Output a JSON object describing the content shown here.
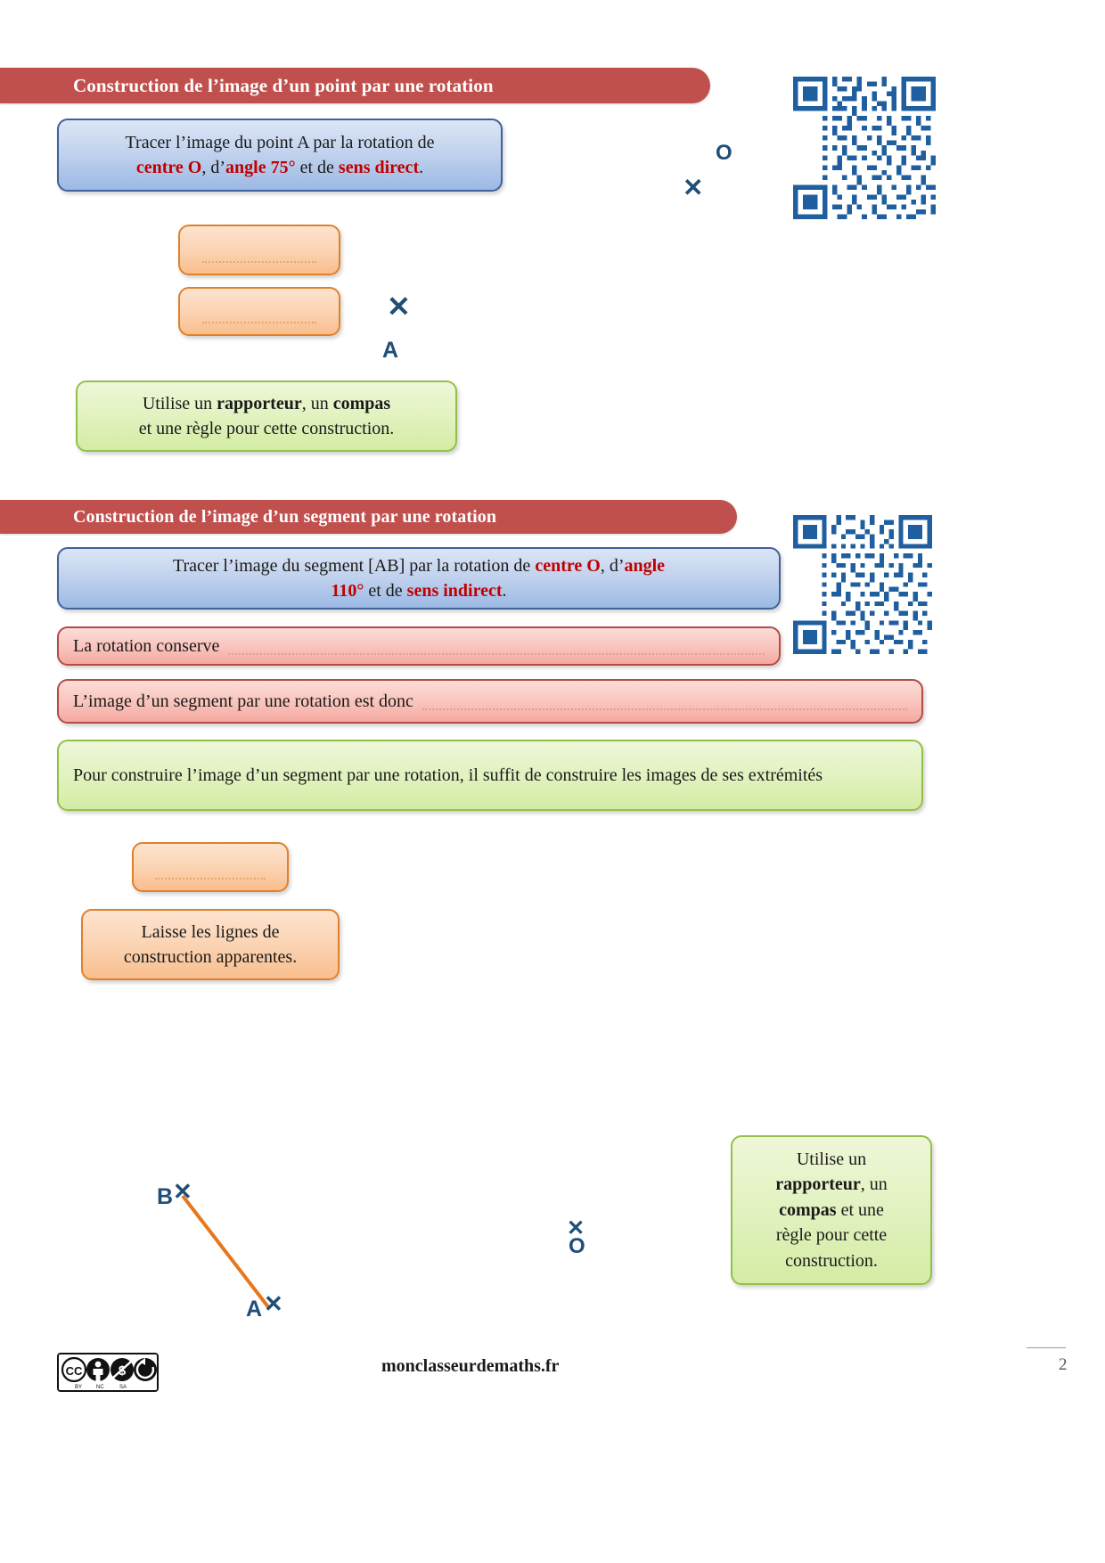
{
  "document": {
    "site": "monclasseurdemaths.fr",
    "page_number": "2",
    "license": "CC BY NC SA"
  },
  "sections": [
    {
      "id": "point",
      "header": "Construction de l’image d’un point par une rotation",
      "instruction": {
        "line1_prefix": "Tracer l’image du point A par la rotation de",
        "line2_a": "centre O",
        "line2_b": ", d’",
        "line2_c": "angle 75°",
        "line2_d": " et de ",
        "line2_e": "sens direct",
        "line2_f": "."
      },
      "answer_boxes": [
        {
          "placeholder": ""
        },
        {
          "placeholder": ""
        }
      ],
      "tip": {
        "line1_a": "Utilise un ",
        "line1_b": "rapporteur",
        "line1_c": ", un ",
        "line1_d": "compas",
        "line2": "et une règle pour cette construction."
      },
      "points": [
        {
          "name": "O",
          "label": "O"
        },
        {
          "name": "A",
          "label": "A"
        }
      ]
    },
    {
      "id": "segment",
      "header": "Construction de l’image d’un segment par une rotation",
      "instruction": {
        "l1_a": "Tracer l’image du segment [AB] par la rotation de ",
        "l1_b": "centre O",
        "l1_c": ", d’",
        "l1_d": "angle",
        "l2_a": "110°",
        "l2_b": " et de ",
        "l2_c": "sens indirect",
        "l2_d": "."
      },
      "fill_in_boxes": [
        {
          "text": "La rotation conserve"
        },
        {
          "text": "L’image d’un segment par une rotation est donc"
        }
      ],
      "property": "Pour construire l’image d’un segment par une rotation, il suffit de construire les images de ses extrémités",
      "answer_boxes": [
        {
          "placeholder": ""
        }
      ],
      "note": {
        "line1": "Laisse les lignes de",
        "line2": "construction apparentes."
      },
      "tip": {
        "line1": "Utilise un",
        "line2_bold": "rapporteur",
        "line2_rest": ", un",
        "line3_bold": "compas",
        "line3_rest": " et une",
        "line4": "règle pour cette",
        "line5": "construction."
      },
      "points": [
        {
          "name": "B",
          "label": "B"
        },
        {
          "name": "A",
          "label": "A"
        },
        {
          "name": "O",
          "label": "O"
        }
      ]
    }
  ],
  "colors": {
    "header_red": "#c0504d",
    "accent_red": "#c00000",
    "blue_border": "#3f6298",
    "orange_border": "#e0802b",
    "green_border": "#93c04b",
    "pink_border": "#b44b46",
    "point_blue": "#1f4e79",
    "segment_orange": "#e8761b"
  }
}
